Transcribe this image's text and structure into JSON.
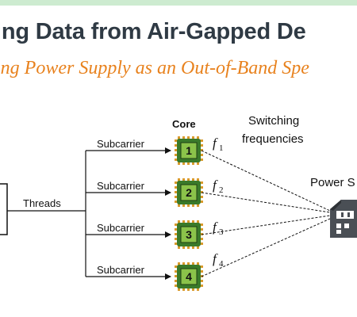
{
  "title": "ing Data from Air-Gapped De",
  "subtitle": "ing Power Supply as an Out-of-Band Spe",
  "diagram": {
    "threads_label": "Threads",
    "core_label": "Core",
    "switching_label_line1": "Switching",
    "switching_label_line2": "frequencies",
    "power_label": "Power S",
    "branches": [
      {
        "subcarrier": "Subcarrier",
        "core": "1",
        "freq": "f",
        "freq_sub": "1"
      },
      {
        "subcarrier": "Subcarrier",
        "core": "2",
        "freq": "f",
        "freq_sub": "2"
      },
      {
        "subcarrier": "Subcarrier",
        "core": "3",
        "freq": "f",
        "freq_sub": "3"
      },
      {
        "subcarrier": "Subcarrier",
        "core": "4",
        "freq": "f",
        "freq_sub": "4"
      }
    ]
  },
  "colors": {
    "title": "#2f3a44",
    "subtitle": "#e8821e",
    "chip_green": "#3a7a2a",
    "chip_pin": "#d99a2b",
    "chip_face": "#8bc34a",
    "header_bar": "#cdebd0"
  }
}
